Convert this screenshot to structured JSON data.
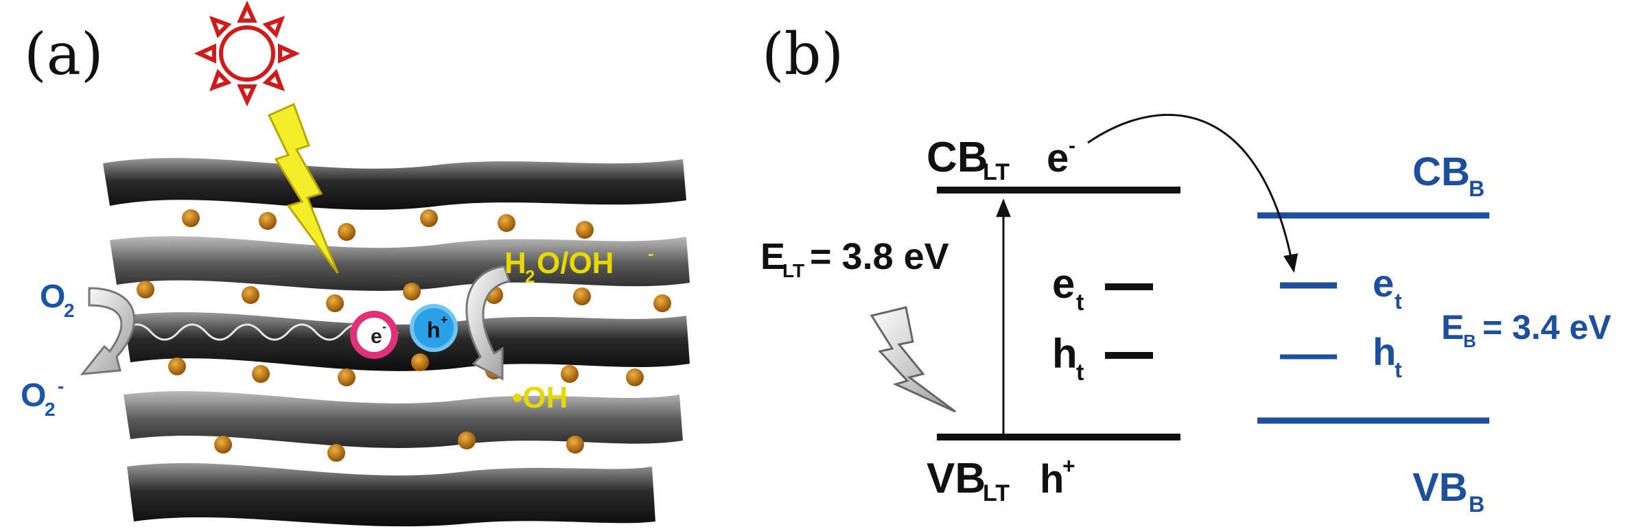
{
  "panel_a": {
    "label": "(a)",
    "o2": "O",
    "o2_sub": "2",
    "o2_minus": "O",
    "o2_minus_sub": "2",
    "o2_minus_sup": "-",
    "water": "H",
    "water_sub": "2",
    "water_rest": "O/OH",
    "water_sup": "-",
    "hydroxyl": "•OH",
    "electron": "e",
    "electron_sup": "-",
    "hole": "h",
    "hole_sup": "+",
    "colors": {
      "blue": "#1a55a8",
      "yellow": "#e8d800",
      "sun": "#d11a1a",
      "electron": "#e0307a",
      "hole": "#2aa0e6",
      "dot": "#b8700f"
    }
  },
  "panel_b": {
    "label": "(b)",
    "cb_lt": "CB",
    "cb_lt_sub": "LT",
    "e_minus": "e",
    "e_minus_sup": "-",
    "vb_lt": "VB",
    "vb_lt_sub": "LT",
    "h_plus": "h",
    "h_plus_sup": "+",
    "elt": "E",
    "elt_sub": "LT",
    "elt_value": "= 3.8 eV",
    "et_left": "e",
    "et_left_sub": "t",
    "ht_left": "h",
    "ht_left_sub": "t",
    "cb_b": "CB",
    "cb_b_sub": "B",
    "vb_b": "VB",
    "vb_b_sub": "B",
    "eb": "E",
    "eb_sub": "B",
    "eb_value": "= 3.4 eV",
    "et_right": "e",
    "et_right_sub": "t",
    "ht_right": "h",
    "ht_right_sub": "t",
    "colors": {
      "black": "#111111",
      "blue": "#1c4f9c"
    }
  }
}
